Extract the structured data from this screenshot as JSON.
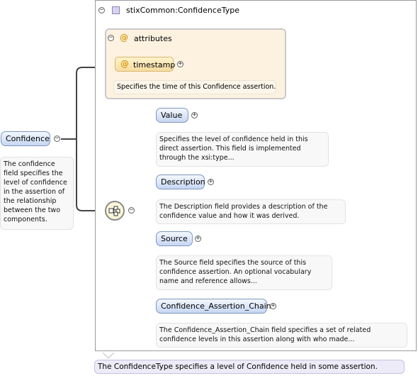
{
  "type": {
    "name": "stixCommon:ConfidenceType",
    "description": "The ConfidenceType specifies a level of Confidence held in some assertion."
  },
  "root": {
    "label": "Confidence",
    "doc": "The confidence\nfield specifies the\nlevel of confidence\nin the assertion of\nthe relationship\nbetween the two\ncomponents."
  },
  "attributes": {
    "label": "attributes",
    "items": [
      {
        "name": "timestamp",
        "doc": "Specifies the time of this Confidence assertion."
      }
    ]
  },
  "elements": [
    {
      "name": "Value",
      "doc": "Specifies the level of confidence held in this\ndirect assertion. This field is implemented\nthrough the xsi:type..."
    },
    {
      "name": "Description",
      "doc": "The Description field provides a description of the\nconfidence value and how it was derived."
    },
    {
      "name": "Source",
      "doc": "The Source field specifies the source of this\nconfidence assertion. An optional vocabulary\nname and reference allows..."
    },
    {
      "name": "Confidence_Assertion_Chain",
      "doc": "The Confidence_Assertion_Chain field specifies a set of related\nconfidence levels in this assertion along with who made..."
    }
  ],
  "symbols": {
    "attribute": "@",
    "expand": "+",
    "collapse": "−"
  }
}
